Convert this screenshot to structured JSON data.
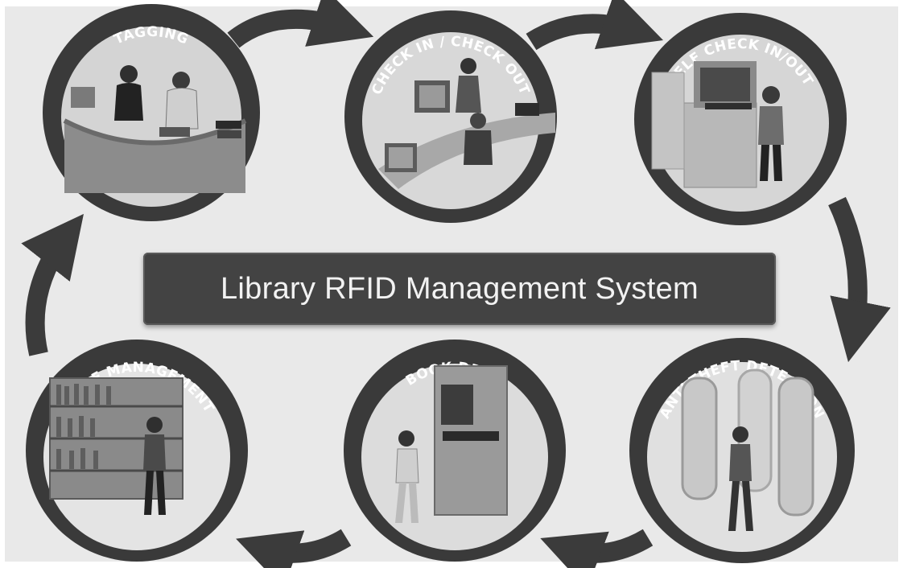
{
  "title": "Library RFID Management System",
  "stages": [
    {
      "id": "tagging",
      "label": "TAGGING"
    },
    {
      "id": "checkinout",
      "label": "CHECK IN / CHECK OUT"
    },
    {
      "id": "selfcheck",
      "label": "SELF CHECK IN/OUT"
    },
    {
      "id": "antitheft",
      "label": "ANTI-THEFT DETECTION"
    },
    {
      "id": "bookdrop",
      "label": "BOOK DROP"
    },
    {
      "id": "shelf",
      "label": "SHELF MANAGEMENT"
    }
  ],
  "colors": {
    "background": "#e9e9e9",
    "ring": "#3a3a3a",
    "arrow": "#3b3b3b",
    "title_box": "#434343",
    "title_text": "#f2f2f2"
  }
}
